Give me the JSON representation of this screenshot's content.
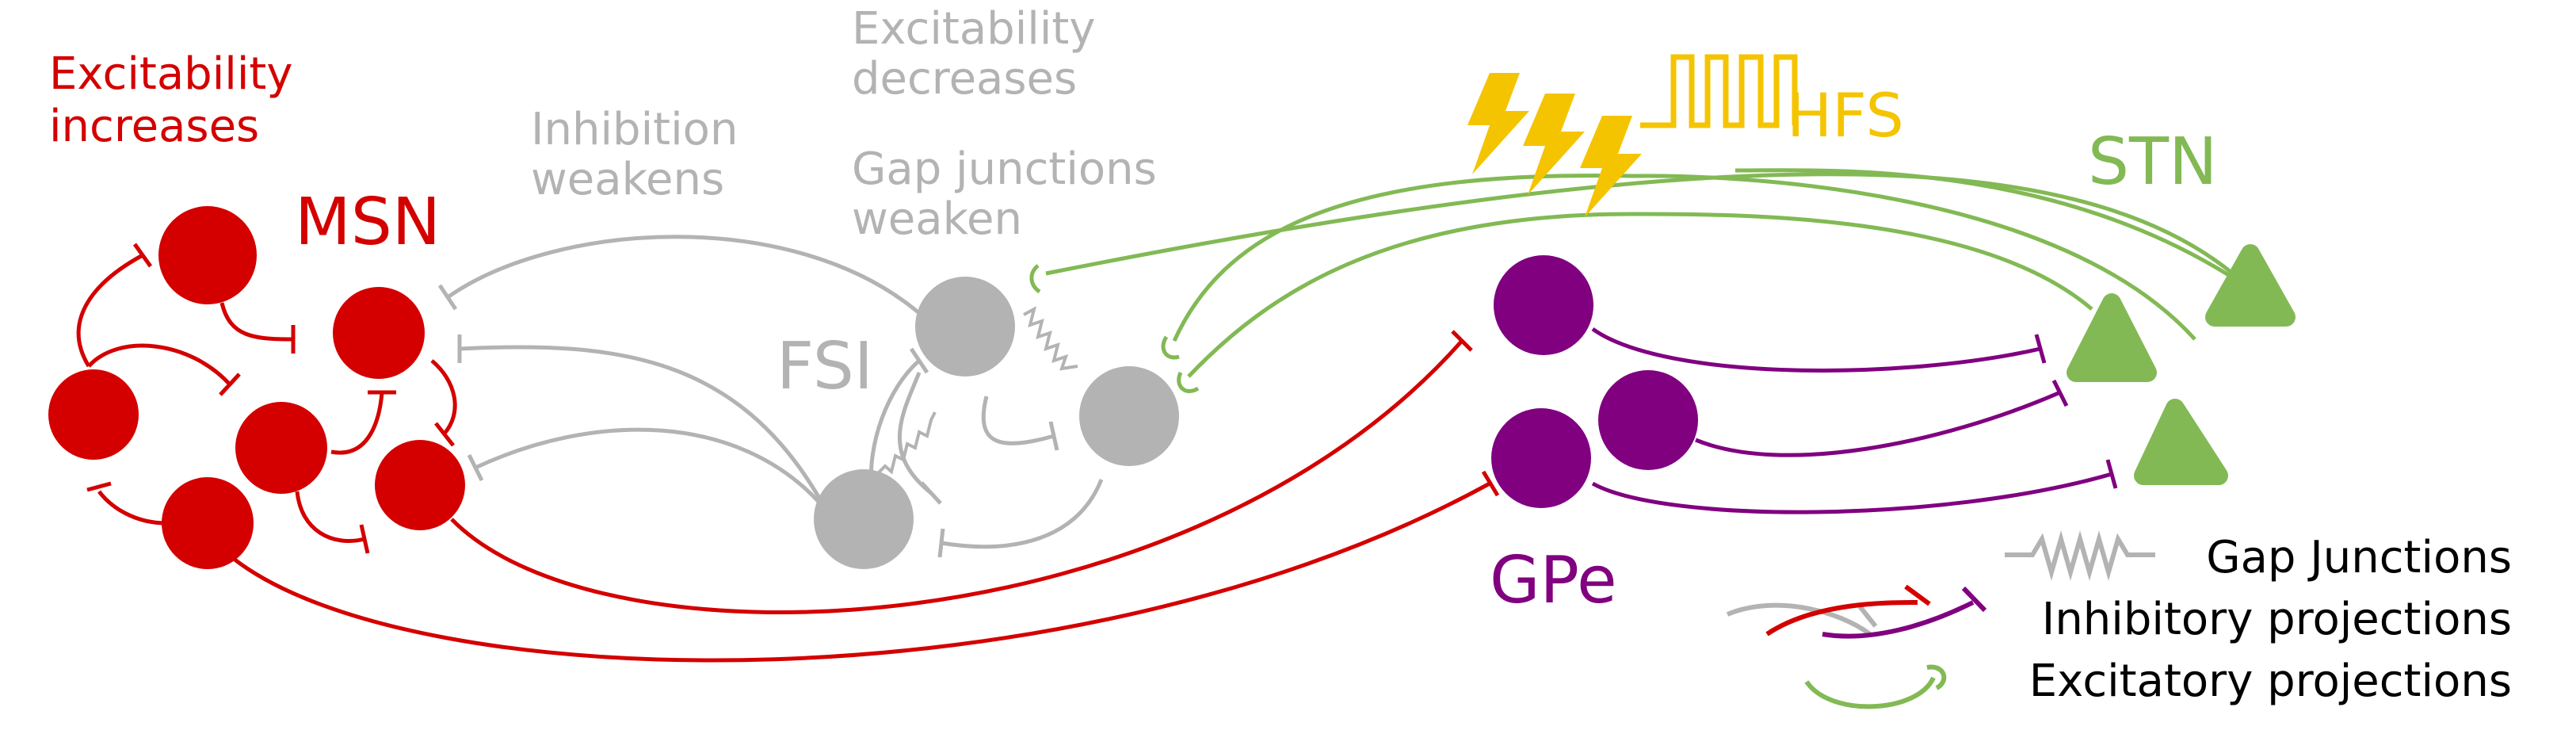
{
  "labels": {
    "msn_excitability_line1": "Excitability",
    "msn_excitability_line2": "increases",
    "msn": "MSN",
    "inhibition_line1": "Inhibition",
    "inhibition_line2": "weakens",
    "fsi_excitability_line1": "Excitability",
    "fsi_excitability_line2": "decreases",
    "gap_line1": "Gap junctions",
    "gap_line2": "weaken",
    "fsi": "FSI",
    "hfs": "HFS",
    "stn": "STN",
    "gpe": "GPe"
  },
  "legend": {
    "gap_junctions": "Gap Junctions",
    "inhibitory": "Inhibitory projections",
    "excitatory": "Excitatory projections"
  },
  "colors": {
    "msn": "#d40000",
    "fsi": "#b3b3b3",
    "gpe": "#800080",
    "stn": "#82b954",
    "hfs": "#f5c400",
    "text": "#000000"
  }
}
